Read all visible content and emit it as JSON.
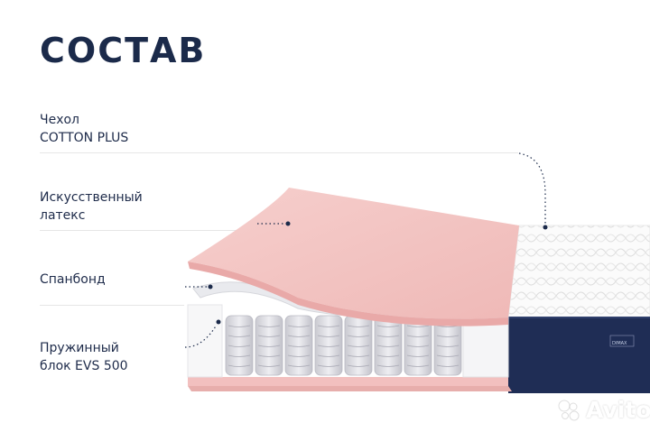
{
  "title": "СОСТАВ",
  "layers": [
    {
      "line1": "Чехол",
      "line2": "COTTON PLUS"
    },
    {
      "line1": "Искусственный",
      "line2": "латекс"
    },
    {
      "line1": "Спанбонд",
      "line2": ""
    },
    {
      "line1": "Пружинный",
      "line2": "блок EVS 500"
    }
  ],
  "brand_tag": "DIMAX",
  "watermark": "Avito",
  "colors": {
    "navy": "#1b2a4a",
    "latex_pink": "#f3c3c2",
    "cover_white": "#fafafa",
    "mattress_side_blue": "#1f2d55"
  }
}
